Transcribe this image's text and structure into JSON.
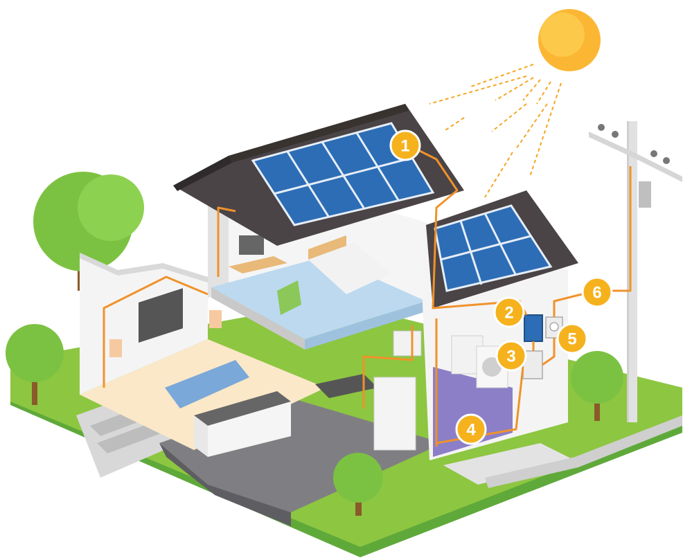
{
  "diagram": {
    "badges": [
      {
        "id": "1",
        "label": "1"
      },
      {
        "id": "2",
        "label": "2"
      },
      {
        "id": "3",
        "label": "3"
      },
      {
        "id": "4",
        "label": "4"
      },
      {
        "id": "5",
        "label": "5"
      },
      {
        "id": "6",
        "label": "6"
      }
    ]
  },
  "colors": {
    "wire": "#f0922a",
    "badge": "#f5b21d",
    "grass": "#8dc641",
    "grass_dark": "#5fa93a",
    "roof": "#4a4447",
    "panel": "#2d6db5",
    "sun": "#fbb734",
    "wall": "#eeeeee",
    "floor_tile": "#7f7f83",
    "laundry_floor": "#8c7fc7"
  },
  "icons": [
    "sun-icon",
    "solar-panel-icon",
    "inverter-icon",
    "meter-icon",
    "utility-pole-icon",
    "tree-icon"
  ]
}
